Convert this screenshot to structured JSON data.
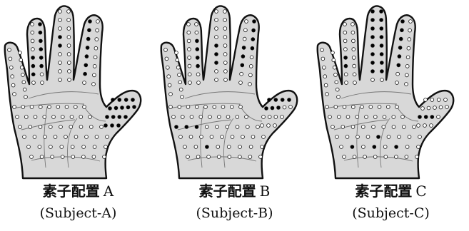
{
  "panels": [
    {
      "label_jp": "素子配置",
      "label_letter": "A",
      "subject": "(Subject-A)",
      "active_points": [
        [
          2,
          4
        ],
        [
          2,
          5
        ],
        [
          2,
          6
        ],
        [
          3,
          0
        ],
        [
          3,
          1
        ],
        [
          3,
          2
        ],
        [
          3,
          3
        ],
        [
          3,
          4
        ],
        [
          3,
          5
        ],
        [
          4,
          3
        ],
        [
          4,
          4
        ],
        [
          7,
          0
        ],
        [
          7,
          1
        ],
        [
          7,
          2
        ],
        [
          7,
          3
        ],
        [
          7,
          4
        ],
        [
          7,
          5
        ],
        [
          7,
          6
        ],
        [
          15,
          0
        ],
        [
          15,
          1
        ],
        [
          15,
          2
        ],
        [
          15,
          3
        ],
        [
          16,
          0
        ],
        [
          16,
          1
        ],
        [
          16,
          2
        ],
        [
          16,
          3
        ],
        [
          16,
          4
        ],
        [
          17,
          0
        ],
        [
          17,
          1
        ],
        [
          17,
          2
        ],
        [
          17,
          3
        ],
        [
          18,
          0
        ],
        [
          18,
          1
        ],
        [
          18,
          2
        ]
      ]
    },
    {
      "label_jp": "素子配置",
      "label_letter": "B",
      "subject": "(Subject-B)",
      "active_points": [
        [
          3,
          2
        ],
        [
          3,
          3
        ],
        [
          3,
          4
        ],
        [
          3,
          5
        ],
        [
          4,
          4
        ],
        [
          4,
          5
        ],
        [
          4,
          6
        ],
        [
          6,
          1
        ],
        [
          6,
          2
        ],
        [
          6,
          3
        ],
        [
          6,
          4
        ],
        [
          7,
          3
        ],
        [
          7,
          4
        ],
        [
          7,
          5
        ],
        [
          8,
          0
        ],
        [
          8,
          1
        ],
        [
          8,
          2
        ],
        [
          8,
          3
        ],
        [
          11,
          0
        ],
        [
          11,
          1
        ],
        [
          11,
          2
        ],
        [
          13,
          2
        ],
        [
          15,
          0
        ],
        [
          15,
          1
        ],
        [
          15,
          2
        ],
        [
          15,
          3
        ],
        [
          16,
          0
        ],
        [
          16,
          1
        ],
        [
          16,
          2
        ]
      ]
    },
    {
      "label_jp": "素子配置",
      "label_letter": "C",
      "subject": "(Subject-C)",
      "active_points": [
        [
          2,
          4
        ],
        [
          2,
          5
        ],
        [
          4,
          0
        ],
        [
          4,
          1
        ],
        [
          4,
          2
        ],
        [
          4,
          3
        ],
        [
          4,
          4
        ],
        [
          4,
          5
        ],
        [
          4,
          6
        ],
        [
          4,
          7
        ],
        [
          5,
          0
        ],
        [
          5,
          1
        ],
        [
          5,
          2
        ],
        [
          5,
          3
        ],
        [
          5,
          4
        ],
        [
          5,
          5
        ],
        [
          5,
          6
        ],
        [
          5,
          7
        ],
        [
          6,
          0
        ],
        [
          6,
          1
        ],
        [
          6,
          2
        ],
        [
          6,
          3
        ],
        [
          6,
          4
        ],
        [
          6,
          5
        ],
        [
          6,
          6
        ],
        [
          6,
          7
        ],
        [
          7,
          0
        ],
        [
          7,
          1
        ],
        [
          7,
          2
        ],
        [
          7,
          3
        ],
        [
          7,
          4
        ],
        [
          7,
          5
        ],
        [
          12,
          4
        ],
        [
          13,
          1
        ],
        [
          13,
          3
        ],
        [
          13,
          5
        ],
        [
          17,
          0
        ],
        [
          17,
          1
        ],
        [
          17,
          2
        ]
      ]
    }
  ]
}
